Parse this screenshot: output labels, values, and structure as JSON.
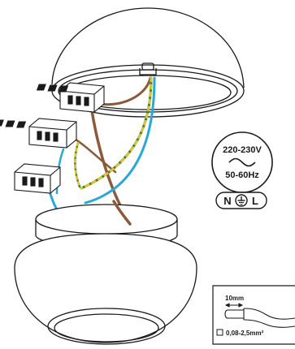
{
  "voltage": {
    "range": "220-230V",
    "frequency": "50-60Hz"
  },
  "terminals": {
    "neutral": "N",
    "live": "L",
    "earth_icon": "ground-symbol-icon"
  },
  "strip_spec": {
    "strip_length": "10mm",
    "cross_section": "0,08-2,5mm²"
  },
  "colors": {
    "line": "#1a1a1a",
    "brown_wire": "#8b5a3c",
    "blue_wire": "#29a9d8",
    "earth_wire_green": "#2f7d3a",
    "earth_wire_yellow": "#e2c12a"
  }
}
